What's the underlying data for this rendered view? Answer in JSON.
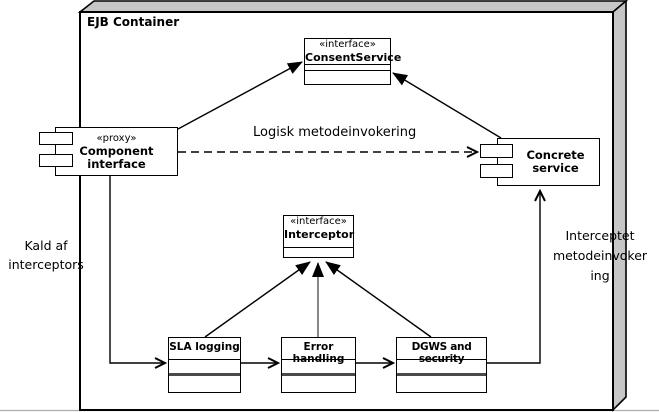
{
  "diagram": {
    "container": {
      "label": "EJB Container"
    },
    "nodes": {
      "consent_service": {
        "stereotype": "«interface»",
        "name": "ConsentService"
      },
      "component_interface": {
        "stereotype": "«proxy»",
        "name_line1": "Component",
        "name_line2": "interface"
      },
      "concrete_service": {
        "name_line1": "Concrete",
        "name_line2": "service"
      },
      "interceptor": {
        "stereotype": "«interface»",
        "name": "Interceptor"
      },
      "sla_logging": {
        "name": "SLA logging"
      },
      "error_handling": {
        "name": "Error handling"
      },
      "dgws_security": {
        "name": "DGWS and security"
      }
    },
    "labels": {
      "logisk": "Logisk metodeinvokering",
      "kald_line1": "Kald af",
      "kald_line2": "interceptors",
      "intercept_line1": "Interceptet",
      "intercept_line2": "metodeinvoker",
      "intercept_line3": "ing"
    },
    "colors": {
      "line": "#000000",
      "face_shade": "#c6c6c6",
      "thick_divider": "#4a4a4a",
      "background": "#ffffff"
    }
  }
}
